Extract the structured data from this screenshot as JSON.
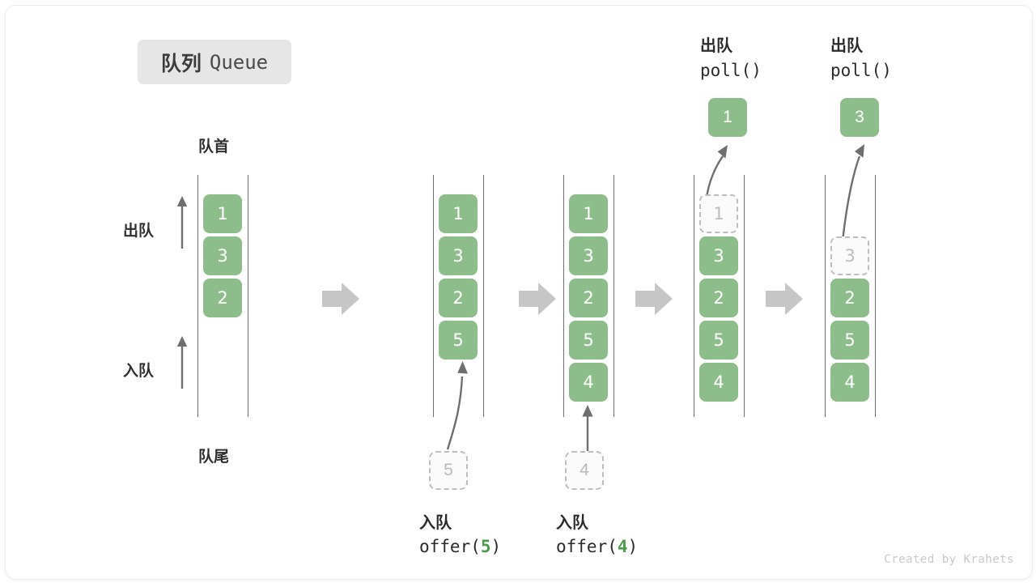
{
  "title": {
    "cn": "队列",
    "en": "Queue"
  },
  "labels": {
    "head": "队首",
    "tail": "队尾",
    "dequeue": "出队",
    "enqueue": "入队"
  },
  "credit": "Created by Krahets",
  "colors": {
    "element_green": "#8cbd8b",
    "ghost_border": "#bdbdbd",
    "ghost_text": "#b9b9b9",
    "arrow_gray": "#6f6f6f",
    "block_arrow_gray": "#c6c6c6",
    "badge_bg": "#e6e6e6",
    "accent_number_green": "#4c9a4c"
  },
  "stages": [
    {
      "name": "initial",
      "cells": [
        "1",
        "3",
        "2"
      ],
      "ghost_index": null,
      "empty_top": 0
    },
    {
      "name": "after-offer-5",
      "cells": [
        "1",
        "3",
        "2",
        "5"
      ],
      "ghost_index": null,
      "empty_top": 0,
      "operation": {
        "cn": "入队",
        "call_prefix": "offer(",
        "call_arg": "5",
        "call_suffix": ")"
      },
      "incoming": "5"
    },
    {
      "name": "after-offer-4",
      "cells": [
        "1",
        "3",
        "2",
        "5",
        "4"
      ],
      "ghost_index": null,
      "empty_top": 0,
      "operation": {
        "cn": "入队",
        "call_prefix": "offer(",
        "call_arg": "4",
        "call_suffix": ")"
      },
      "incoming": "4"
    },
    {
      "name": "after-poll-1",
      "cells": [
        "1",
        "3",
        "2",
        "5",
        "4"
      ],
      "ghost_index": 0,
      "empty_top": 0,
      "operation": {
        "cn": "出队",
        "call_prefix": "poll(",
        "call_arg": "",
        "call_suffix": ")"
      },
      "popped": "1"
    },
    {
      "name": "after-poll-3",
      "cells": [
        "3",
        "2",
        "5",
        "4"
      ],
      "ghost_index": 0,
      "empty_top": 1,
      "operation": {
        "cn": "出队",
        "call_prefix": "poll(",
        "call_arg": "",
        "call_suffix": ")"
      },
      "popped": "3"
    }
  ],
  "flow_arrows": 4
}
